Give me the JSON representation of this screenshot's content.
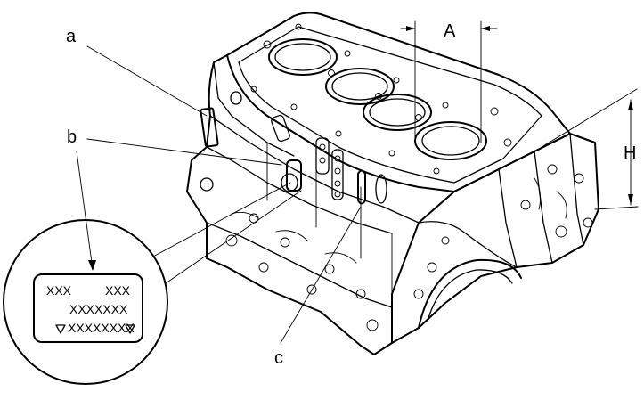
{
  "callouts": {
    "a": "a",
    "b": "b",
    "c": "c",
    "A": "A",
    "H": "H"
  },
  "inset": {
    "line1_left": "XXX",
    "line1_right": "XXX",
    "line2": "XXXXXXX",
    "line3": "XXXXXXXX"
  }
}
